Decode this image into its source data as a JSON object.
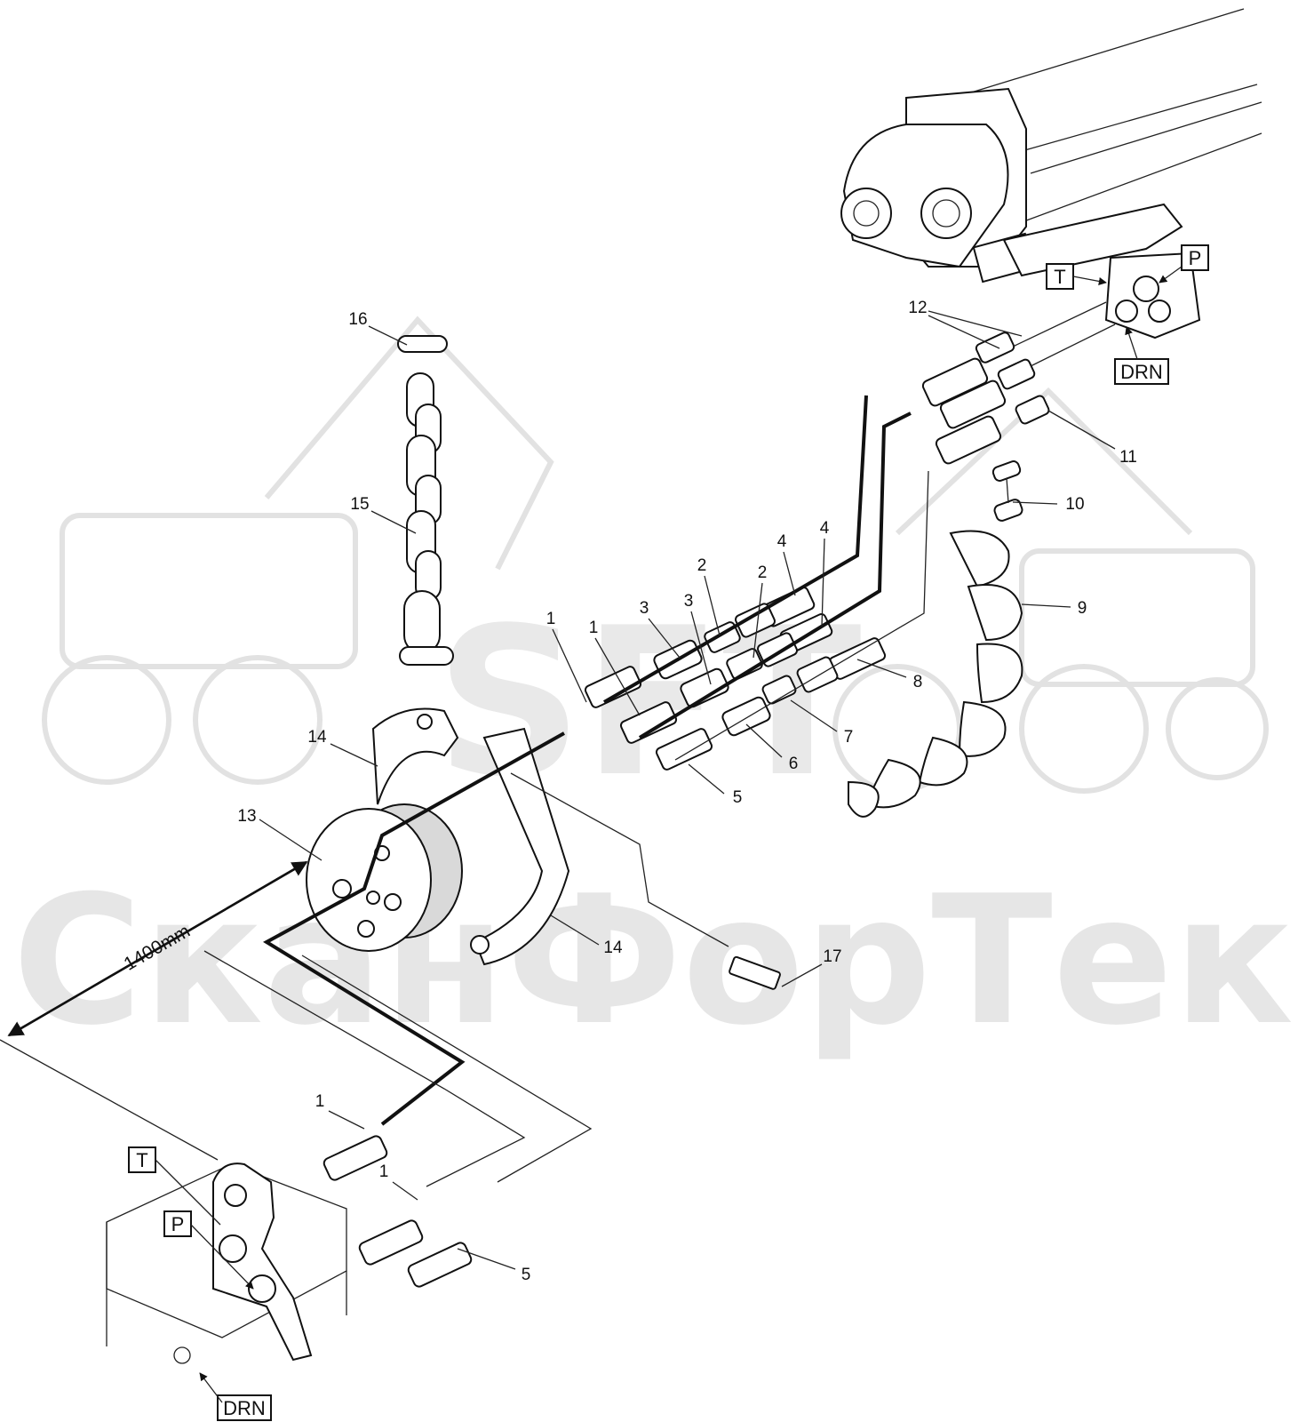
{
  "watermark": {
    "brand_text": "SFT",
    "company_text": "СканФорТек"
  },
  "dimension": {
    "label": "1400mm"
  },
  "ports": {
    "top_right": [
      "T",
      "P",
      "DRN"
    ],
    "bottom_left": [
      "T",
      "P",
      "DRN"
    ]
  },
  "callouts": [
    {
      "id": "c1a",
      "text": "1"
    },
    {
      "id": "c1b",
      "text": "1"
    },
    {
      "id": "c1c",
      "text": "1"
    },
    {
      "id": "c1d",
      "text": "1"
    },
    {
      "id": "c2a",
      "text": "2"
    },
    {
      "id": "c2b",
      "text": "2"
    },
    {
      "id": "c3a",
      "text": "3"
    },
    {
      "id": "c3b",
      "text": "3"
    },
    {
      "id": "c4a",
      "text": "4"
    },
    {
      "id": "c4b",
      "text": "4"
    },
    {
      "id": "c5a",
      "text": "5"
    },
    {
      "id": "c5b",
      "text": "5"
    },
    {
      "id": "c6",
      "text": "6"
    },
    {
      "id": "c7",
      "text": "7"
    },
    {
      "id": "c8",
      "text": "8"
    },
    {
      "id": "c9",
      "text": "9"
    },
    {
      "id": "c10",
      "text": "10"
    },
    {
      "id": "c11",
      "text": "11"
    },
    {
      "id": "c12",
      "text": "12"
    },
    {
      "id": "c13",
      "text": "13"
    },
    {
      "id": "c14a",
      "text": "14"
    },
    {
      "id": "c14b",
      "text": "14"
    },
    {
      "id": "c15",
      "text": "15"
    },
    {
      "id": "c16",
      "text": "16"
    },
    {
      "id": "c17",
      "text": "17"
    }
  ]
}
